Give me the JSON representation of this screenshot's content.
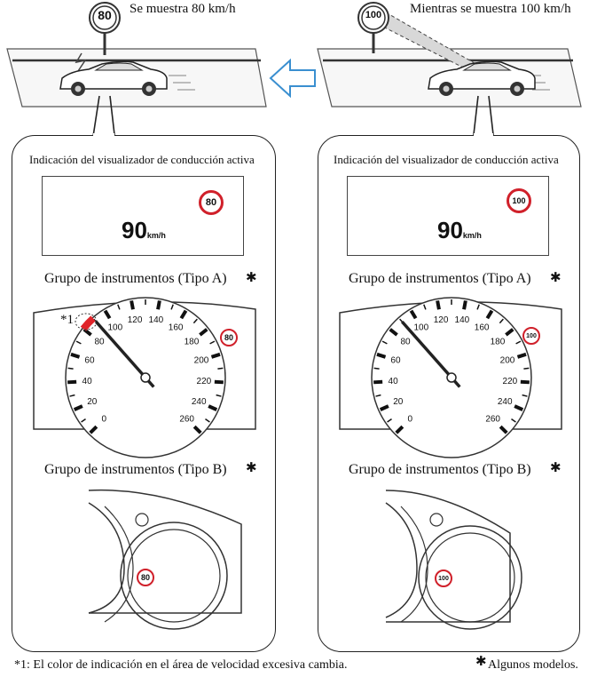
{
  "top": {
    "left_sign_value": "80",
    "left_caption": "Se muestra 80 km/h",
    "right_sign_value": "100",
    "right_caption": "Mientras se muestra 100 km/h"
  },
  "panels": [
    {
      "title": "Indicación del visualizador de conducción activa",
      "hud_speed": "90",
      "hud_unit": "km/h",
      "hud_sign": "80",
      "type_a_label": "Grupo de instrumentos (Tipo A)",
      "type_a_sign": "80",
      "callout": "*1",
      "type_b_label": "Grupo de instrumentos (Tipo B)",
      "type_b_sign": "80"
    },
    {
      "title": "Indicación del visualizador de conducción activa",
      "hud_speed": "90",
      "hud_unit": "km/h",
      "hud_sign": "100",
      "type_a_label": "Grupo de instrumentos (Tipo A)",
      "type_a_sign": "100",
      "type_b_label": "Grupo de instrumentos (Tipo B)",
      "type_b_sign": "100"
    }
  ],
  "dial_labels": [
    "0",
    "20",
    "40",
    "60",
    "80",
    "100",
    "120",
    "140",
    "160",
    "180",
    "200",
    "220",
    "240",
    "260"
  ],
  "asterisk": "✱",
  "footnote": "*1: El color de indicación en el área de velocidad excesiva cambia.",
  "legend_text": "Algunos modelos.",
  "colors": {
    "sign_red": "#d0202a",
    "arrow_blue": "#3a8fd0",
    "overspeed": "#e0242a"
  }
}
